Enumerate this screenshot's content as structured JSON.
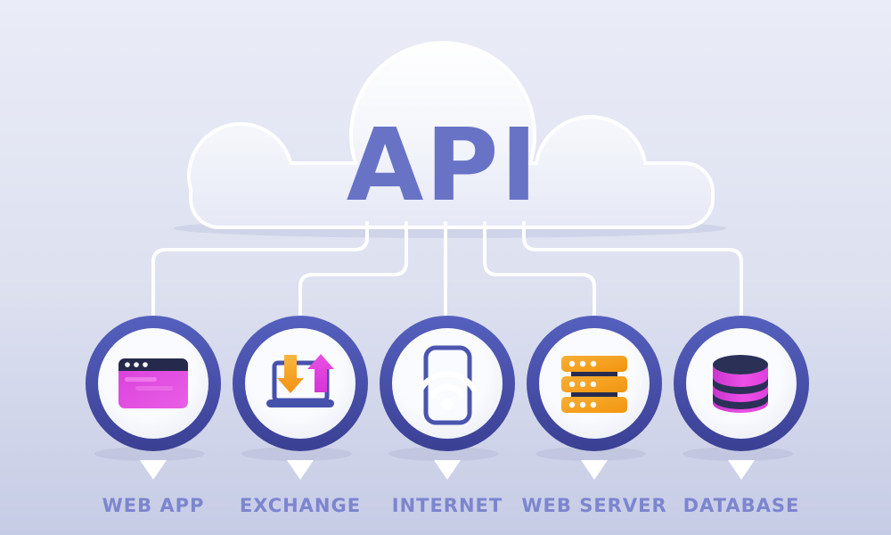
{
  "title": "API integration diagram",
  "cloud": {
    "label": "API",
    "label_color": "#6973C6"
  },
  "nodes": [
    {
      "id": "web-app",
      "label": "WEB APP",
      "icon": "browser-window-icon"
    },
    {
      "id": "exchange",
      "label": "EXCHANGE",
      "icon": "laptop-transfer-icon"
    },
    {
      "id": "internet",
      "label": "INTERNET",
      "icon": "phone-wifi-icon"
    },
    {
      "id": "web-server",
      "label": "WEB SERVER",
      "icon": "server-stack-icon"
    },
    {
      "id": "database",
      "label": "DATABASE",
      "icon": "database-cylinder-icon"
    }
  ],
  "colors": {
    "background_top": "#EAECF7",
    "background_bottom": "#C7CCE6",
    "cloud_fill_top": "#FFFFFF",
    "cloud_fill_bottom": "#E6E9F6",
    "cloud_outline": "#FFFFFF",
    "connector_line": "#FFFFFF",
    "ring_top": "#5059BA",
    "ring_bottom": "#3C4195",
    "node_inner": "#F4F6FC",
    "label_text": "#7C85CE",
    "pointer_triangle": "#FFFFFF",
    "navy_accent": "#262B4E",
    "magenta_accent": "#DD41DD",
    "orange_accent": "#F6A21E",
    "blue_icon_stroke": "#4651AC"
  }
}
